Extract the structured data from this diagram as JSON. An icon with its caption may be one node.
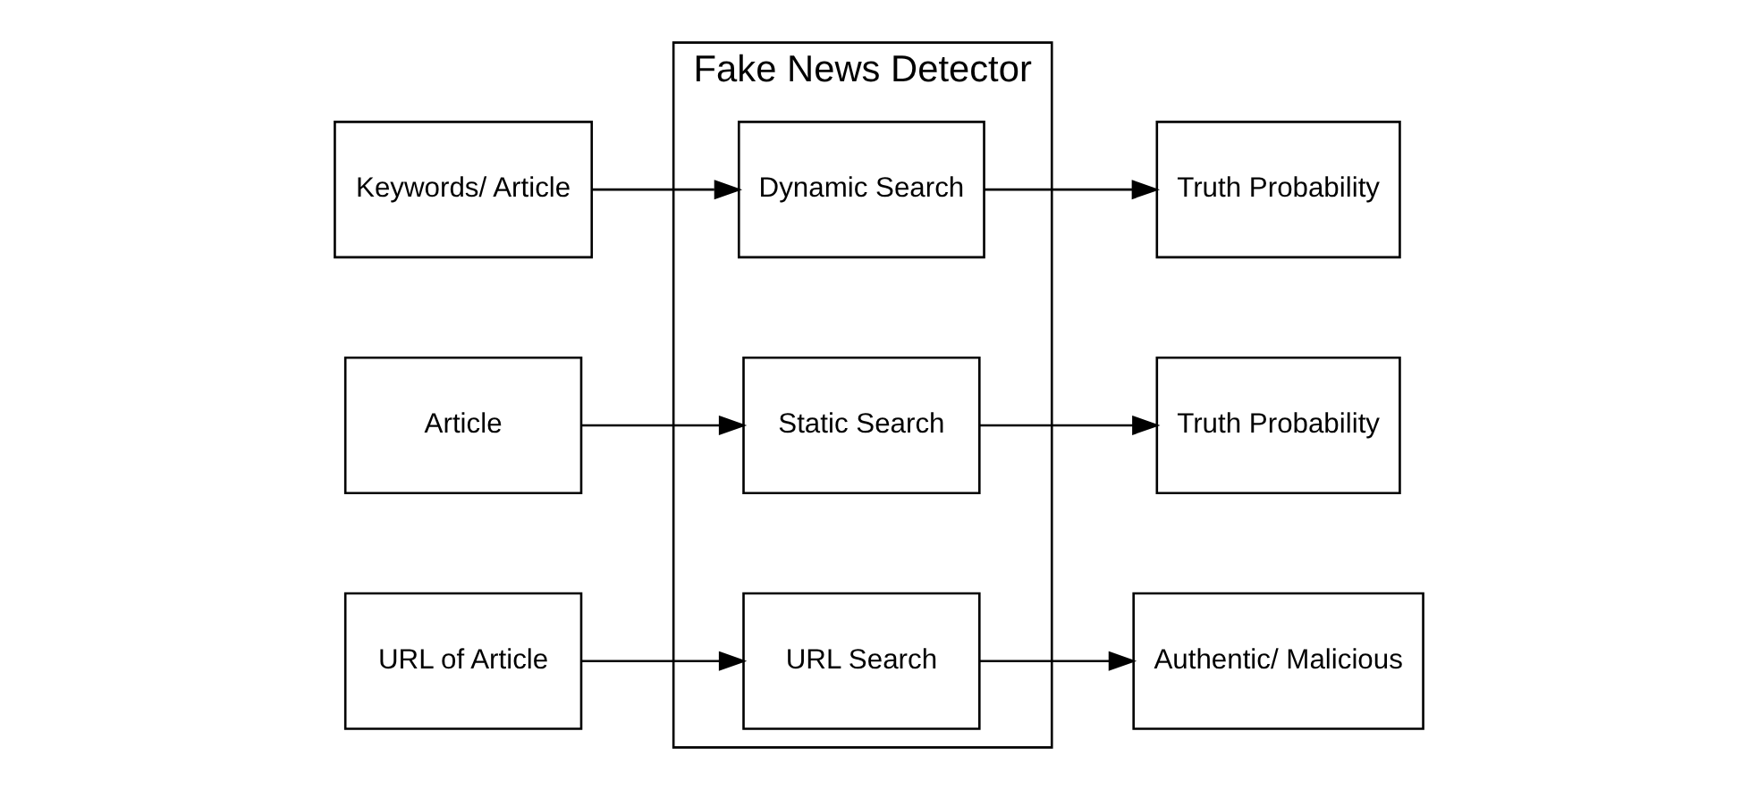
{
  "diagram": {
    "nodes": [
      {
        "text": [
          "Fake News Detector"
        ]
      },
      {
        "text": [
          "Keywords/ Article"
        ]
      },
      {
        "text": [
          "Article"
        ]
      },
      {
        "text": [
          "Static Search"
        ],
        "in": 0
      },
      {
        "text": [
          "Dynamic Search"
        ],
        "in": 0
      },
      {
        "text": [
          "URL Search"
        ],
        "in": 0
      },
      {
        "text": [
          "URL of Article"
        ]
      },
      {
        "text": [
          "Truth Probability"
        ]
      },
      {
        "text": [
          "Truth Probability"
        ]
      },
      {
        "text": [
          "Authentic/ Malicious"
        ]
      }
    ],
    "edges": [
      {
        "from": 1,
        "to": 4,
        "arrow": "to"
      },
      {
        "from": 2,
        "to": 3,
        "arrow": "to"
      },
      {
        "from": 6,
        "to": 5,
        "arrow": "to"
      },
      {
        "from": 3,
        "to": 7,
        "arrow": "to"
      },
      {
        "from": 4,
        "to": 8,
        "arrow": "to"
      },
      {
        "from": 5,
        "to": 9,
        "arrow": "to"
      }
    ]
  }
}
